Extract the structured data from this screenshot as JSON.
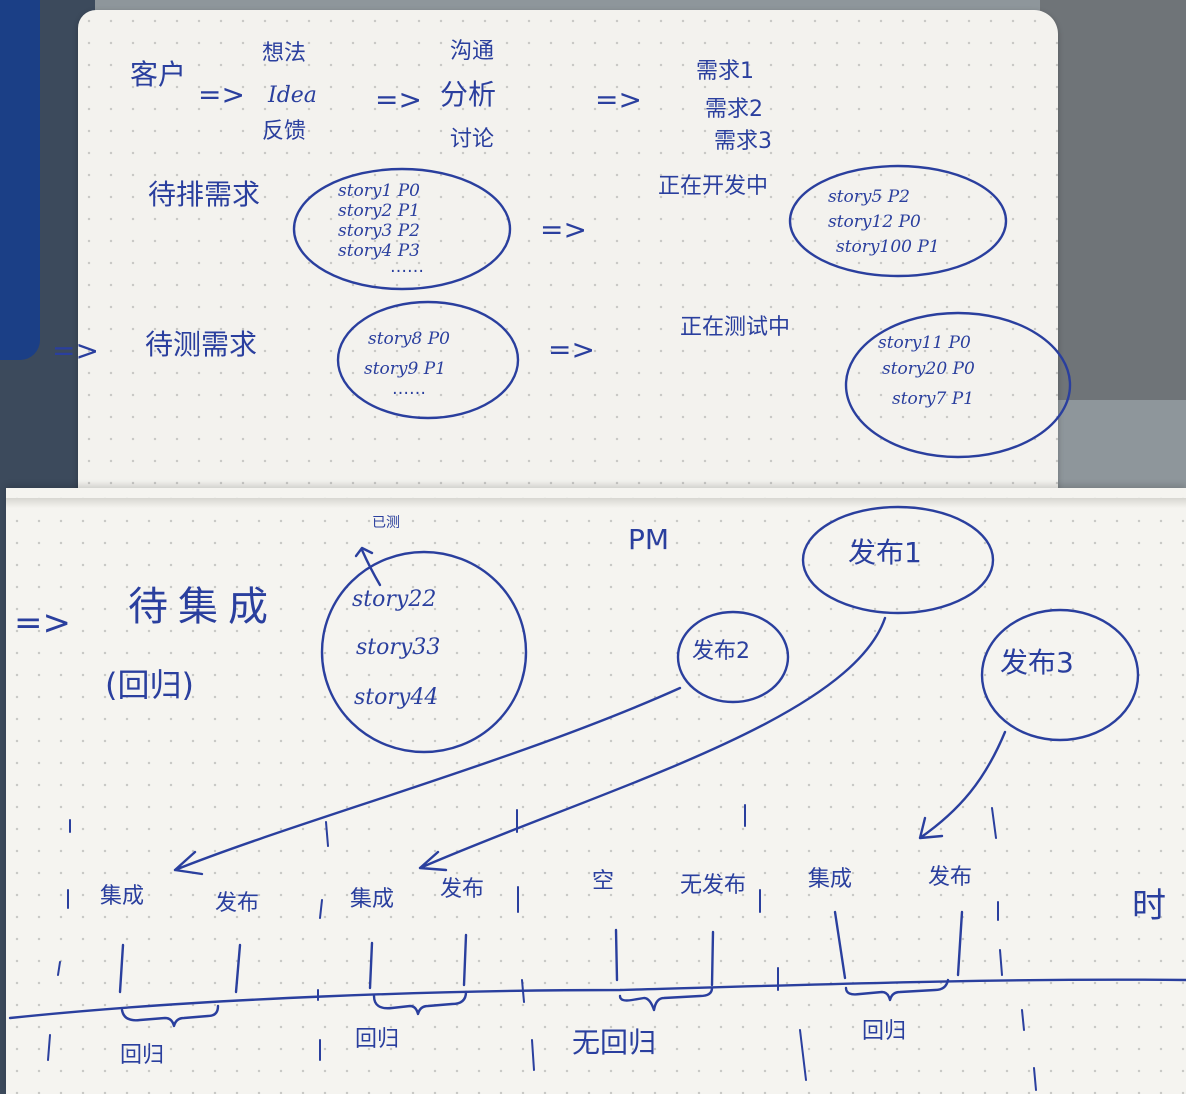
{
  "flow": {
    "row1": {
      "source": "客户",
      "inputs": [
        "想法",
        "Idea",
        "反馈"
      ],
      "process": [
        "沟通",
        "分析",
        "讨论"
      ],
      "requirements": [
        "需求1",
        "需求2",
        "需求3"
      ],
      "arrow": "=>"
    },
    "row2": {
      "label": "待排需求",
      "stories": [
        "story1 P0",
        "story2 P1",
        "story3 P2",
        "story4 P3"
      ],
      "ellipsis": "……",
      "arrow": "=>",
      "next_label": "正在开发中",
      "next_stories": [
        "story5 P2",
        "story12 P0",
        "story100 P1"
      ]
    },
    "row3": {
      "lead_arrow": "=>",
      "label": "待测需求",
      "stories": [
        "story8 P0",
        "story9 P1"
      ],
      "ellipsis": "……",
      "arrow": "=>",
      "next_label": "正在测试中",
      "next_stories": [
        "story11 P0",
        "story20 P0",
        "story7 P1"
      ]
    },
    "row4": {
      "lead_arrow": "=>",
      "label": "待集成",
      "sub_label": "(回归)",
      "tag": "已测",
      "stories": [
        "story22",
        "story33",
        "story44"
      ]
    }
  },
  "release": {
    "pm": "PM",
    "bubbles": [
      "发布1",
      "发布2",
      "发布3"
    ]
  },
  "timeline": {
    "events": [
      "集成",
      "发布",
      "集成",
      "发布",
      "空",
      "无发布",
      "集成",
      "发布"
    ],
    "time_label": "时",
    "brackets": [
      "回归",
      "回归",
      "无回归",
      "回归"
    ]
  },
  "colors": {
    "ink": "#2a3f9e",
    "paper": "#f3f2ee",
    "background": "#8e969b"
  }
}
